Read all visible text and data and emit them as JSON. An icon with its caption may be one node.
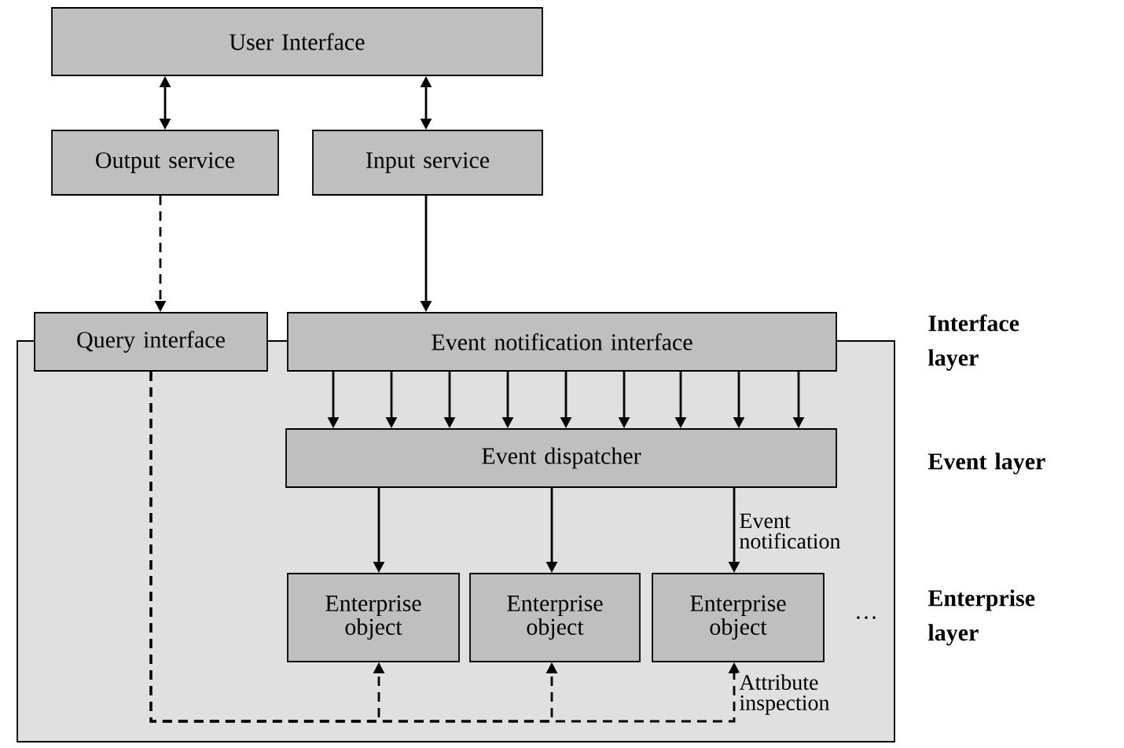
{
  "diagram": {
    "nodes": [
      {
        "text": [
          "User Interface"
        ]
      },
      {
        "text": [
          "Output service"
        ]
      },
      {
        "text": [
          "Input service"
        ]
      },
      {
        "text": [],
        "shape": "box"
      },
      {
        "text": [
          "Query interface"
        ]
      },
      {
        "text": [
          "Event notification interface"
        ]
      },
      {
        "text": [
          "Event dispatcher"
        ],
        "in": 3
      },
      {
        "text": [
          "Enterprise object"
        ],
        "in": 3
      },
      {
        "text": [
          "Enterprise object"
        ],
        "in": 3
      },
      {
        "text": [
          "Enterprise object"
        ],
        "in": 3
      }
    ],
    "edges": [
      {
        "from": 1,
        "to": 0,
        "arrow": "both"
      },
      {
        "from": 2,
        "to": 0,
        "arrow": "both"
      },
      {
        "from": 1,
        "to": 4,
        "arrow": "to",
        "style": "dashed"
      },
      {
        "from": 2,
        "to": 5,
        "arrow": "to"
      },
      {
        "from": 5,
        "to": 6,
        "arrow": "to"
      },
      {
        "from": 5,
        "to": 6,
        "arrow": "to"
      },
      {
        "from": 5,
        "to": 6,
        "arrow": "to"
      },
      {
        "from": 5,
        "to": 6,
        "arrow": "to"
      },
      {
        "from": 5,
        "to": 6,
        "arrow": "to"
      },
      {
        "from": 5,
        "to": 6,
        "arrow": "to"
      },
      {
        "from": 5,
        "to": 6,
        "arrow": "to"
      },
      {
        "from": 5,
        "to": 6,
        "arrow": "to"
      },
      {
        "from": 5,
        "to": 6,
        "arrow": "to"
      },
      {
        "from": 6,
        "to": 7,
        "arrow": "to"
      },
      {
        "from": 6,
        "to": 8,
        "arrow": "to"
      },
      {
        "from": 6,
        "to": 9,
        "arrow": "to",
        "label": "Event notification"
      },
      {
        "from": 4,
        "to": 7,
        "arrow": "to",
        "style": "dashed"
      },
      {
        "from": 4,
        "to": 8,
        "arrow": "to",
        "style": "dashed"
      },
      {
        "from": 4,
        "to": 9,
        "arrow": "to",
        "style": "dashed",
        "label": "Attribute inspection"
      }
    ],
    "labels": [
      "Interface layer",
      "Event layer",
      "…",
      "Enterprise layer"
    ]
  }
}
